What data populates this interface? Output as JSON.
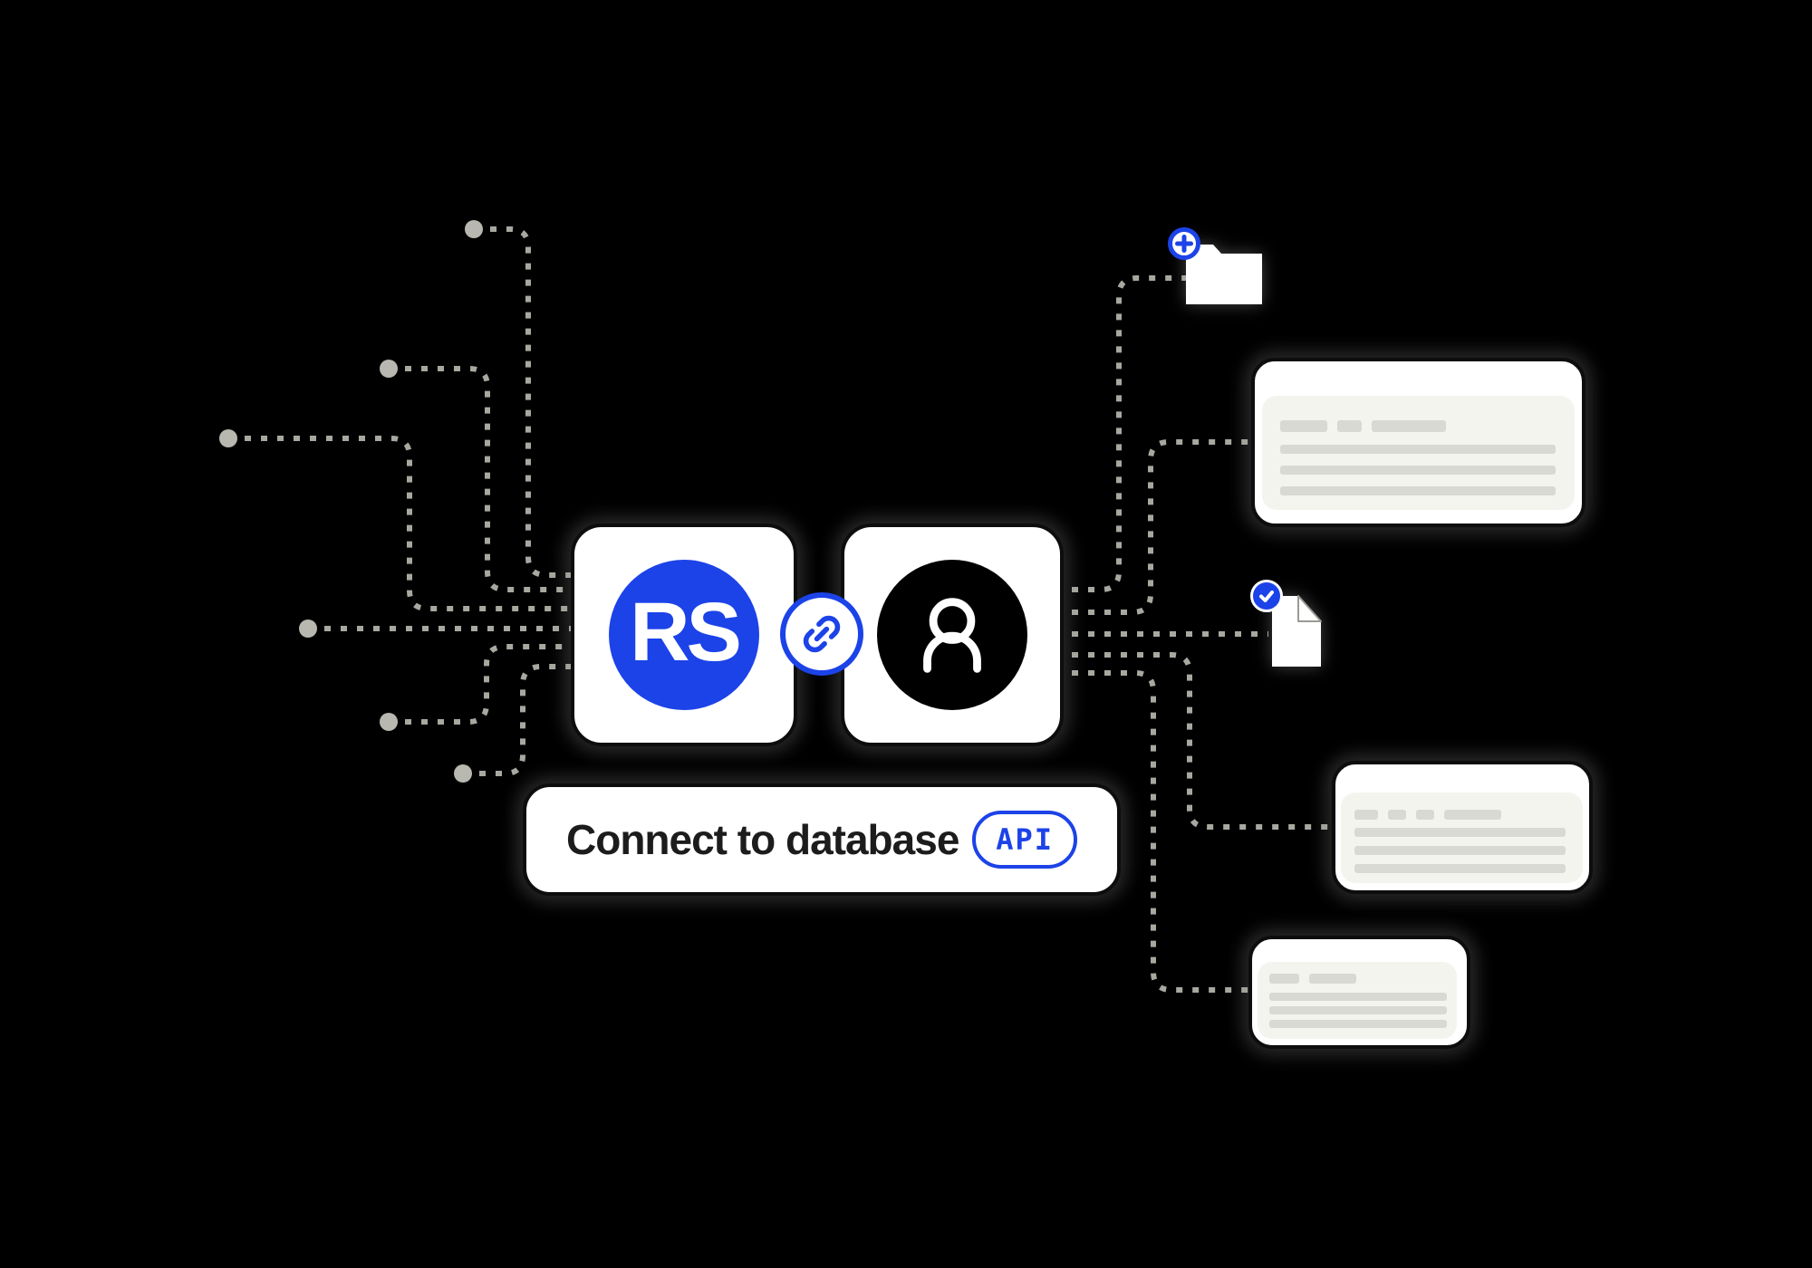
{
  "illustration": {
    "rs_card": {
      "logo_text": "RS"
    },
    "user_card": {
      "icon": "user-icon"
    },
    "link_badge": {
      "icon": "link-icon"
    },
    "connect_bar": {
      "label": "Connect to database",
      "api_badge_label": "API"
    },
    "folder_item": {
      "badge": "plus"
    },
    "document_item": {
      "badge": "check"
    },
    "skeleton_cards": {
      "top": {
        "tags": [
          52,
          27,
          82
        ],
        "lines": [
          304,
          304,
          304
        ]
      },
      "middle": {
        "tags": [
          26,
          20,
          20,
          63
        ],
        "lines": [
          233,
          233,
          233
        ]
      },
      "bottom": {
        "tags": [
          33,
          52
        ],
        "lines": [
          196,
          196,
          196
        ]
      }
    },
    "colors": {
      "background": "#000000",
      "accent_blue": "#1c43e8",
      "card_white": "#ffffff",
      "connector_gray": "#a8a8a0",
      "dot_gray": "#b8b8b0",
      "skeleton_panel": "#f4f4ef",
      "skeleton_bar": "#d9d9d4",
      "text_dark": "#1c1c1c"
    }
  }
}
